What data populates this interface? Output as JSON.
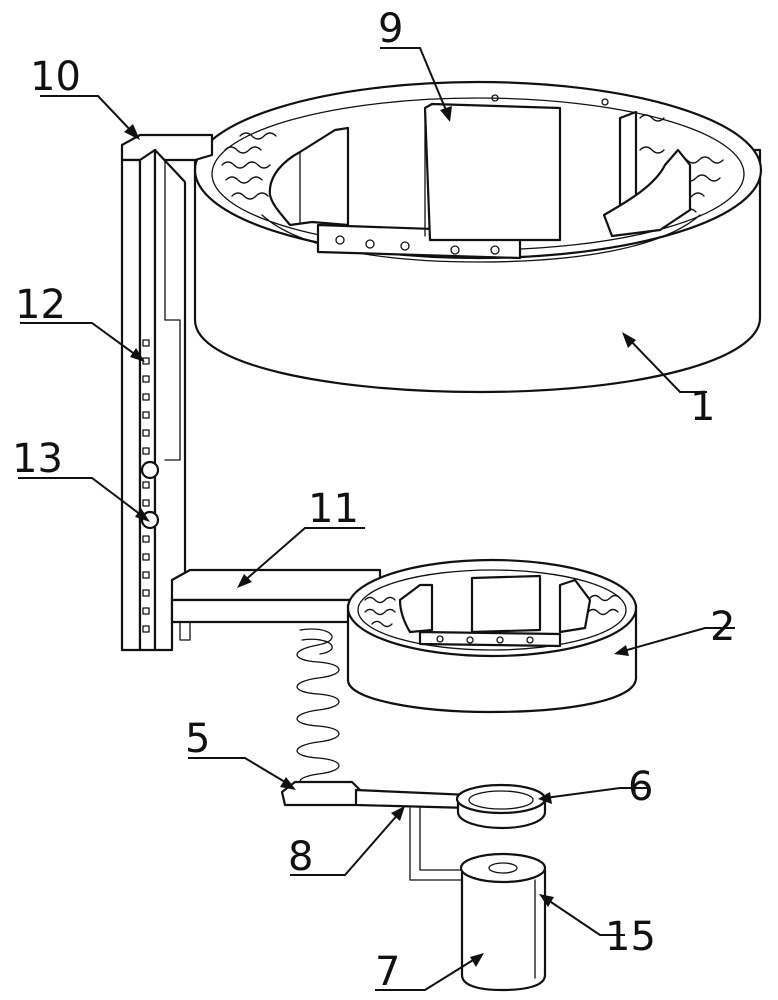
{
  "figure": {
    "labels": {
      "l1": "1",
      "l2": "2",
      "l5": "5",
      "l6": "6",
      "l7": "7",
      "l8": "8",
      "l9": "9",
      "l10": "10",
      "l11": "11",
      "l12": "12",
      "l13": "13",
      "l15": "15"
    }
  }
}
